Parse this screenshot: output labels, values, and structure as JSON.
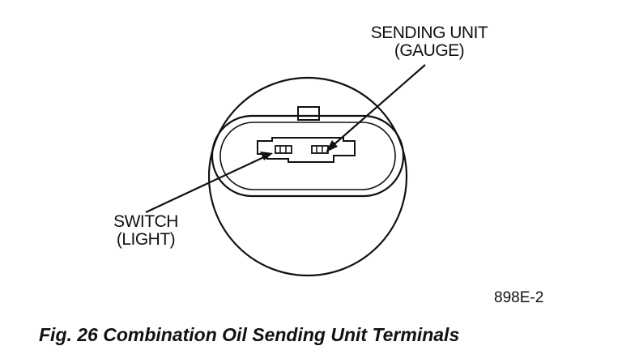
{
  "labels": {
    "sending_unit_line1": "SENDING UNIT",
    "sending_unit_line2": "(GAUGE)",
    "switch_line1": "SWITCH",
    "switch_line2": "(LIGHT)"
  },
  "figure_code": "898E-2",
  "caption": "Fig. 26 Combination Oil Sending Unit Terminals",
  "colors": {
    "ink": "#111111",
    "background": "#ffffff"
  }
}
